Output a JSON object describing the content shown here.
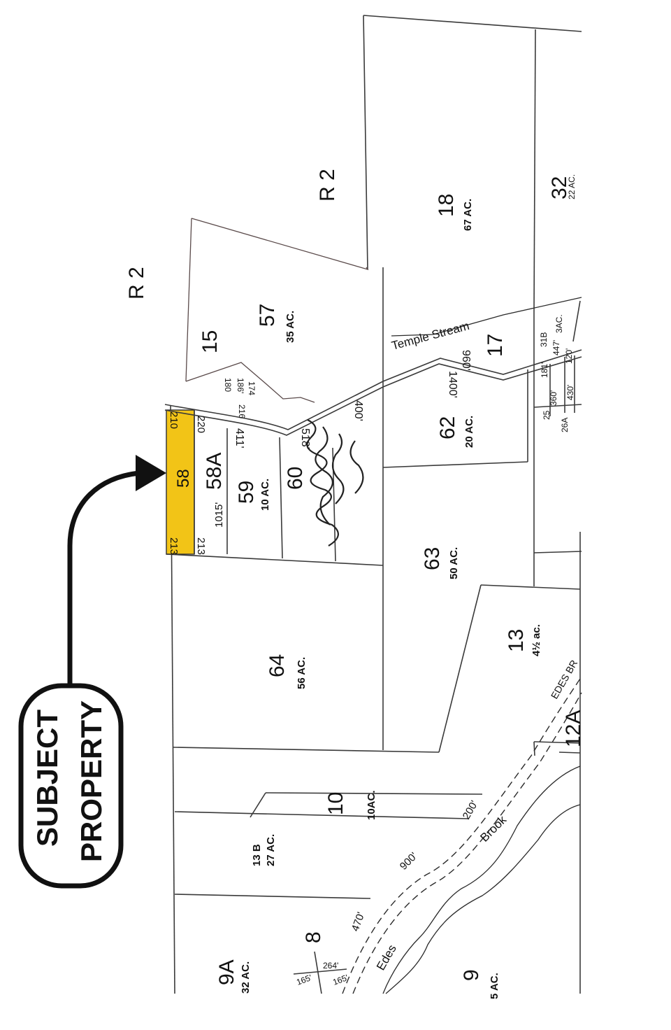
{
  "callout": {
    "line1": "SUBJECT",
    "line2": "PROPERTY"
  },
  "colors": {
    "highlight": "#F2C417",
    "arrow": "#111111",
    "lines": "#3a3a3a"
  },
  "zones": {
    "r2_a": "R 2",
    "r2_b": "R 2"
  },
  "parcels": {
    "p58": "58",
    "p58a": "58A",
    "p59": "59",
    "p59_ac": "10 AC.",
    "p60": "60",
    "p57": "57",
    "p57_ac": "35 AC.",
    "p15": "15",
    "p18": "18",
    "p18_ac": "67 AC.",
    "p32": "32",
    "p32_ac": "22 AC.",
    "p17": "17",
    "p31b": "31B",
    "p31b_ac": "3AC.",
    "p62": "62",
    "p62_ac": "20 AC.",
    "p63": "63",
    "p63_ac": "50 AC.",
    "p64": "64",
    "p64_ac": "56 AC.",
    "p13": "13",
    "p13_ac": "4½ ac.",
    "p12a": "12A",
    "p10": "10",
    "p10_ac": "10AC.",
    "p13b": "13 B",
    "p13b_ac": "27 AC.",
    "p9a": "9A",
    "p9a_ac": "32 AC.",
    "p8": "8",
    "p9": "9",
    "p9_ac": "5 AC.",
    "p25": "25",
    "p26a": "26A"
  },
  "dims": {
    "d210": "210",
    "d213a": "213",
    "d220": "220",
    "d213b": "213",
    "d1015": "1015'",
    "d411": "411'",
    "d518": "518'",
    "d400": "400'",
    "d180": "180",
    "d216": "216",
    "d174": "174",
    "d186": "186'",
    "d960": "960'",
    "d1400": "1400'",
    "d447": "447'",
    "d181": "181'",
    "d120": "120'",
    "d360": "360'",
    "d430": "430'",
    "d200": "200'",
    "d900": "900'",
    "d470": "470'",
    "d264": "264'",
    "d165a": "165'",
    "d165b": "165'"
  },
  "features": {
    "temple_stream": "Temple Stream",
    "brook": "Brook",
    "edes": "Edes",
    "edes_br": "EDES BR"
  }
}
